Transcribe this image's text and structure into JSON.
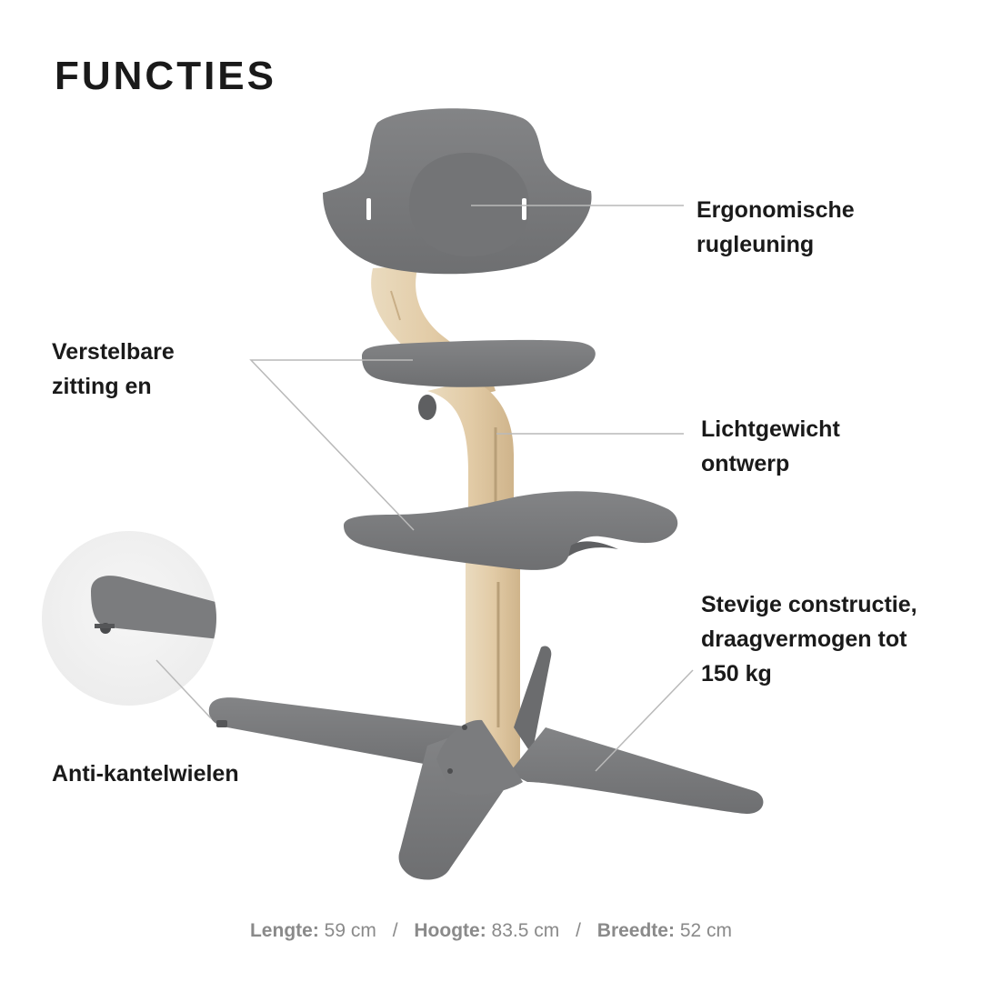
{
  "page": {
    "title": "FUNCTIES"
  },
  "features": {
    "backrest": {
      "line1": "Ergonomische",
      "line2": "rugleuning"
    },
    "seat": {
      "line1": "Verstelbare",
      "line2": "zitting en"
    },
    "lightweight": {
      "line1": "Lichtgewicht",
      "line2": "ontwerp"
    },
    "sturdy": {
      "line1": "Stevige constructie,",
      "line2": "draagvermogen tot",
      "line3": "150 kg"
    },
    "wheels": {
      "line1": "Anti-kantelwielen"
    }
  },
  "dimensions": {
    "length_label": "Lengte:",
    "length_value": "59 cm",
    "height_label": "Hoogte:",
    "height_value": "83.5 cm",
    "width_label": "Breedte:",
    "width_value": "52 cm",
    "separator": "/"
  },
  "colors": {
    "plastic": "#7a7b7d",
    "plastic_dark": "#616264",
    "wood": "#e6d3b3",
    "wood_dark": "#cdb38c",
    "leader_line": "#b9b9b9",
    "muted_text": "#8a8a8a"
  }
}
